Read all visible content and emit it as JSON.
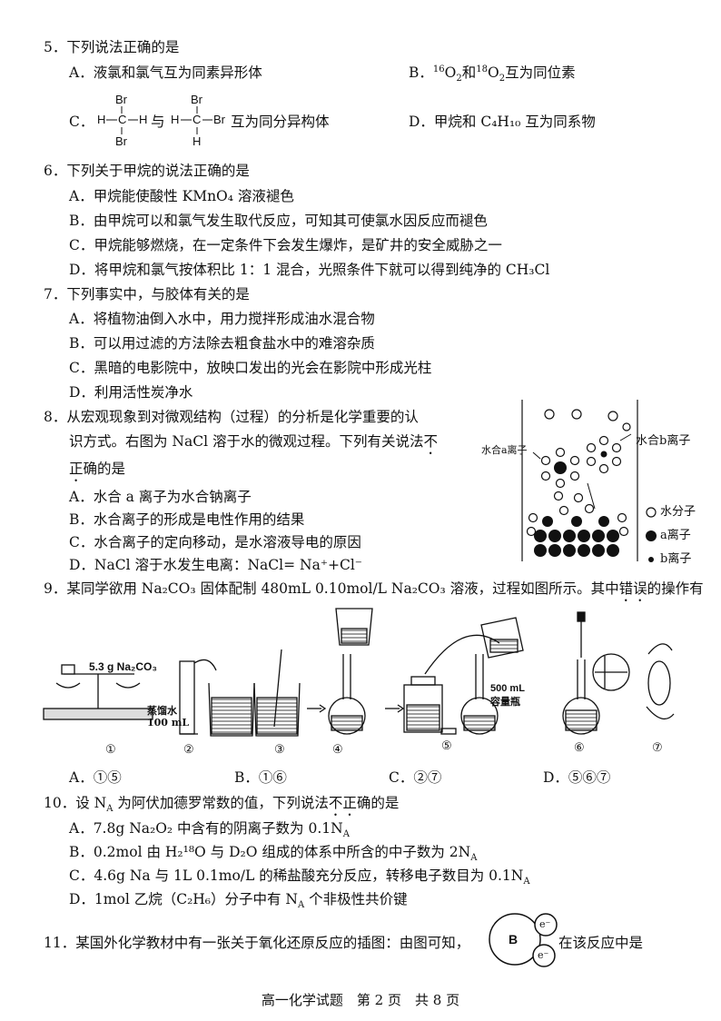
{
  "q5": {
    "stem": "5．下列说法正确的是",
    "a": "A．液氯和氯气互为同素异形体",
    "b_tail": "互为同位素",
    "b_prefix": "B．",
    "b_o16": "O",
    "b_and": "和",
    "b_o18": "O",
    "c_prefix": "C．",
    "c_mid": "与",
    "c_tail": "互为同分异构体",
    "d": "D．甲烷和 C₄H₁₀ 互为同系物",
    "mol1": {
      "top": "Br",
      "left": "H",
      "center": "C",
      "right": "H",
      "bottom": "Br"
    },
    "mol2": {
      "top": "Br",
      "left": "H",
      "center": "C",
      "right": "Br",
      "bottom": "H"
    }
  },
  "q6": {
    "stem": "6．下列关于甲烷的说法正确的是",
    "a": "A．甲烷能使酸性 KMnO₄ 溶液褪色",
    "b": "B．由甲烷可以和氯气发生取代反应，可知其可使氯水因反应而褪色",
    "c": "C．甲烷能够燃烧，在一定条件下会发生爆炸，是矿井的安全威胁之一",
    "d": "D．将甲烷和氯气按体积比 1：1 混合，光照条件下就可以得到纯净的 CH₃Cl"
  },
  "q7": {
    "stem": "7．下列事实中，与胶体有关的是",
    "a": "A．将植物油倒入水中，用力搅拌形成油水混合物",
    "b": "B．可以用过滤的方法除去粗食盐水中的难溶杂质",
    "c": "C．黑暗的电影院中，放映口发出的光会在影院中形成光柱",
    "d": "D．利用活性炭净水"
  },
  "q8": {
    "stem1": "8．从宏观现象到对微观结构（过程）的分析是化学重要的认",
    "stem2a": "识方式。右图为 NaCl 溶于水的微观过程。下列有关说法",
    "stem2b": "不",
    "stem3a": "正",
    "stem3b": "确的是",
    "a": "A．水合 a 离子为水合钠离子",
    "b": "B．水合离子的形成是电性作用的结果",
    "c": "C．水合离子的定向移动，是水溶液导电的原因",
    "d": "D．NaCl 溶于水发生电离：NaCl= Na⁺+Cl⁻",
    "fig": {
      "label_a": "水合a离子",
      "label_b": "水合b离子",
      "legend_water": "水分子",
      "legend_a": "a离子",
      "legend_b": "b离子"
    }
  },
  "q9": {
    "stem_a": "9．某同学欲用 Na₂CO₃ 固体配制 480mL 0.10mol/L Na₂CO₃ 溶液，过程如图所示。其中",
    "stem_b": "错误",
    "stem_c": "的操作有",
    "fig": {
      "mass": "5.3 g Na₂CO₃",
      "water1": "蒸馏水",
      "water2": "100 mL",
      "flask1": "500 mL",
      "flask2": "容量瓶",
      "steps": [
        "①",
        "②",
        "③",
        "④",
        "⑤",
        "⑥",
        "⑦"
      ]
    },
    "a": "A．①⑤",
    "b": "B．①⑥",
    "c": "C．②⑦",
    "d": "D．⑤⑥⑦"
  },
  "q10": {
    "stem_a": "10．设 N",
    "stem_sub": "A",
    "stem_b": " 为阿伏加德罗常数的值，下列说法",
    "stem_c": "不",
    "stem_d": "正",
    "stem_e": "确的是",
    "a": "A．7.8g Na₂O₂ 中含有的阴离子数为 0.1N",
    "b": "B．0.2mol 由 H₂¹⁸O 与 D₂O 组成的体系中所含的中子数为 2N",
    "c": "C．4.6g Na 与 1L 0.1mo/L 的稀盐酸充分反应，转移电子数目为 0.1N",
    "d_a": "D．1mol 乙烷（C₂H₆）分子中有 N",
    "d_b": " 个非极性共价键",
    "sub": "A"
  },
  "q11": {
    "stem_a": "11．某国外化学教材中有一张关于氧化还原反应的插图：由图可知，",
    "stem_b": "在该反应中是",
    "fig": {
      "center": "B",
      "e1": "e⁻",
      "e2": "e⁻"
    }
  },
  "footer": "高一化学试题　第 2 页　共 8 页"
}
